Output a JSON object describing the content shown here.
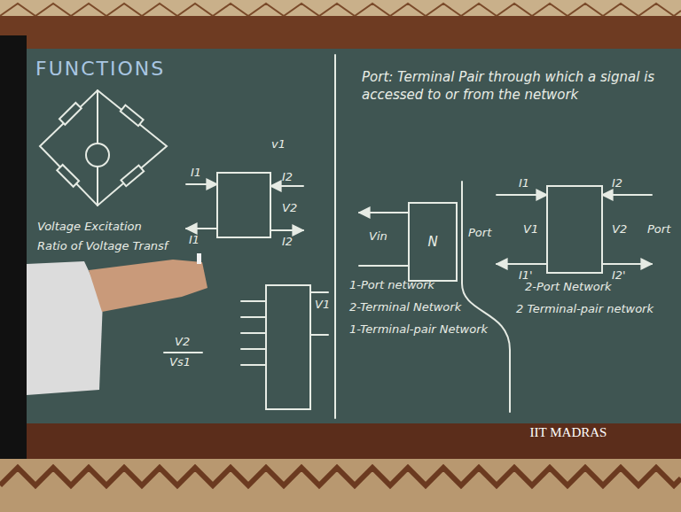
{
  "diagram": {
    "title": "FUNCTIONS",
    "nodes": [
      {
        "text": [
          "N"
        ]
      }
    ],
    "labels": [
      "Voltage Excitation",
      "Ratio of Voltage Transf",
      "V2",
      "Vs1",
      "v1",
      "I1",
      "I1",
      "I2",
      "V2",
      "I2",
      "V1",
      "Port: Terminal Pair through which a signal is accessed to or from the network",
      "Vin",
      "Port",
      "1-Port network",
      "2-Terminal Network",
      "1-Terminal-pair Network",
      "I1",
      "V1",
      "I1'",
      "I2",
      "V2",
      "I2'",
      "Port",
      "2-Port Network",
      "2 Terminal-pair network",
      "IIT MADRAS"
    ]
  }
}
